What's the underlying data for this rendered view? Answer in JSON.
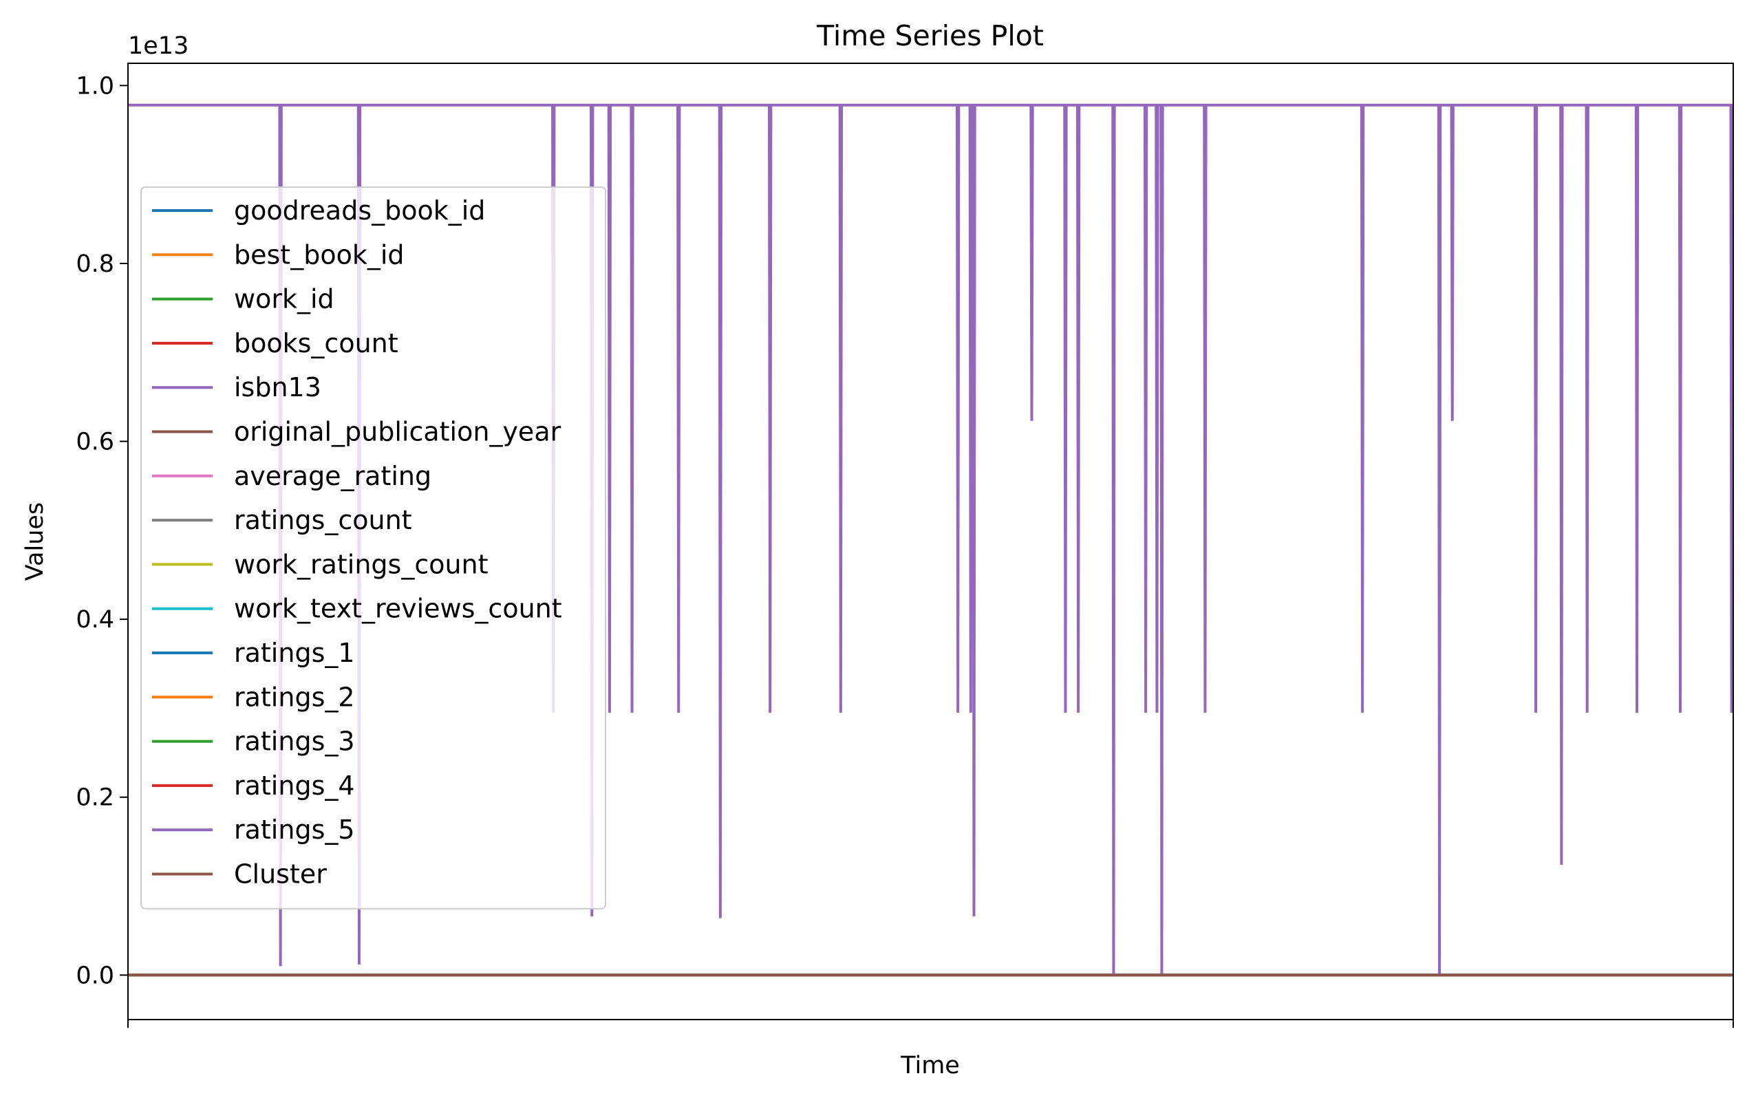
{
  "chart_data": {
    "type": "line",
    "title": "Time Series Plot",
    "xlabel": "Time",
    "ylabel": "Values",
    "y_offset_label": "1e13",
    "y_scale_exponent": 13,
    "ylim": [
      -0.05,
      1.025
    ],
    "y_ticks": [
      0.0,
      0.2,
      0.4,
      0.6,
      0.8,
      1.0
    ],
    "y_tick_labels": [
      "0.0",
      "0.2",
      "0.4",
      "0.6",
      "0.8",
      "1.0"
    ],
    "xlim": [
      0,
      1
    ],
    "x_tick_labels": [],
    "grid": false,
    "legend_placement": "center-left",
    "series": [
      {
        "name": "goodreads_book_id",
        "color": "#1f77b4",
        "values": [
          0
        ]
      },
      {
        "name": "best_book_id",
        "color": "#ff7f0e",
        "values": [
          0
        ]
      },
      {
        "name": "work_id",
        "color": "#2ca02c",
        "values": [
          0
        ]
      },
      {
        "name": "books_count",
        "color": "#d62728",
        "values": [
          0
        ]
      },
      {
        "name": "isbn13",
        "color": "#9467bd",
        "baseline": 0.978,
        "dips": [
          [
            0.095,
            0.01
          ],
          [
            0.116,
            0.978
          ],
          [
            0.144,
            0.012
          ],
          [
            0.265,
            0.295
          ],
          [
            0.289,
            0.066
          ],
          [
            0.3,
            0.295
          ],
          [
            0.314,
            0.295
          ],
          [
            0.343,
            0.295
          ],
          [
            0.369,
            0.064
          ],
          [
            0.4,
            0.295
          ],
          [
            0.444,
            0.295
          ],
          [
            0.517,
            0.295
          ],
          [
            0.525,
            0.295
          ],
          [
            0.527,
            0.066
          ],
          [
            0.563,
            0.623
          ],
          [
            0.584,
            0.295
          ],
          [
            0.592,
            0.295
          ],
          [
            0.614,
            0.0
          ],
          [
            0.634,
            0.295
          ],
          [
            0.641,
            0.295
          ],
          [
            0.644,
            0.0
          ],
          [
            0.671,
            0.295
          ],
          [
            0.769,
            0.295
          ],
          [
            0.817,
            0.0
          ],
          [
            0.825,
            0.623
          ],
          [
            0.877,
            0.295
          ],
          [
            0.893,
            0.124
          ],
          [
            0.909,
            0.295
          ],
          [
            0.94,
            0.295
          ],
          [
            0.967,
            0.295
          ],
          [
            0.999,
            0.295
          ]
        ]
      },
      {
        "name": "original_publication_year",
        "color": "#8c564b",
        "values": [
          0
        ]
      },
      {
        "name": "average_rating",
        "color": "#e377c2",
        "values": [
          0
        ]
      },
      {
        "name": "ratings_count",
        "color": "#7f7f7f",
        "values": [
          0
        ]
      },
      {
        "name": "work_ratings_count",
        "color": "#bcbd22",
        "values": [
          0
        ]
      },
      {
        "name": "work_text_reviews_count",
        "color": "#17becf",
        "values": [
          0
        ]
      },
      {
        "name": "ratings_1",
        "color": "#1f77b4",
        "values": [
          0
        ]
      },
      {
        "name": "ratings_2",
        "color": "#ff7f0e",
        "values": [
          0
        ]
      },
      {
        "name": "ratings_3",
        "color": "#2ca02c",
        "values": [
          0
        ]
      },
      {
        "name": "ratings_4",
        "color": "#d62728",
        "values": [
          0
        ]
      },
      {
        "name": "ratings_5",
        "color": "#9467bd",
        "values": [
          0
        ]
      },
      {
        "name": "Cluster",
        "color": "#8c564b",
        "values": [
          0
        ]
      }
    ]
  }
}
